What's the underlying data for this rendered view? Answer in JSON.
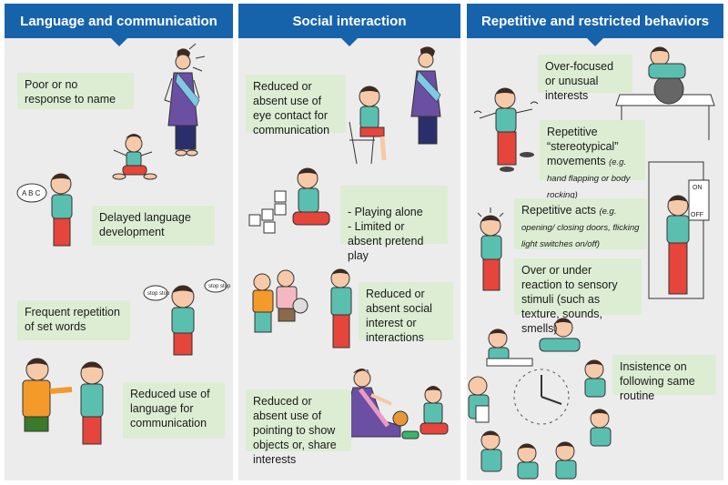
{
  "panels": [
    {
      "title": "Language and communication",
      "cards": [
        {
          "text": "Poor or no response to name"
        },
        {
          "text": "Delayed language development"
        },
        {
          "text": "Frequent repetition of set words"
        },
        {
          "text": "Reduced use of language for communication"
        }
      ],
      "bubbles": {
        "abc": "A B C",
        "stop": "stop stop"
      }
    },
    {
      "title": "Social interaction",
      "cards": [
        {
          "text": "Reduced or absent use of eye contact for communication"
        },
        {
          "text": "- Playing alone\n- Limited or absent pretend play"
        },
        {
          "text": "Reduced or absent social interest or interactions"
        },
        {
          "text": "Reduced or absent use of pointing to show objects or, share interests"
        }
      ]
    },
    {
      "title": "Repetitive and restricted behaviors",
      "cards": [
        {
          "text": "Over-focused or unusual interests"
        },
        {
          "text": "Repetitive “stereotypical” movements",
          "note": "(e.g. hand flapping or body rocking)"
        },
        {
          "text": "Repetitive acts",
          "note": "(e.g. opening/ closing doors, flicking light switches on/off)"
        },
        {
          "text": "Over or under reaction to sensory stimuli (such as texture, sounds, smells)"
        },
        {
          "text": "Insistence on following same routine"
        }
      ],
      "switch_labels": {
        "on": "ON",
        "off": "OFF"
      }
    }
  ],
  "colors": {
    "header": "#1763ab",
    "panel_bg": "#ececec",
    "card_bg": "#dcedd3",
    "shirt_teal": "#5bbfb0",
    "pants_red": "#e5453a",
    "dress_purple": "#6a4fa3",
    "shirt_orange": "#f39a2b"
  }
}
